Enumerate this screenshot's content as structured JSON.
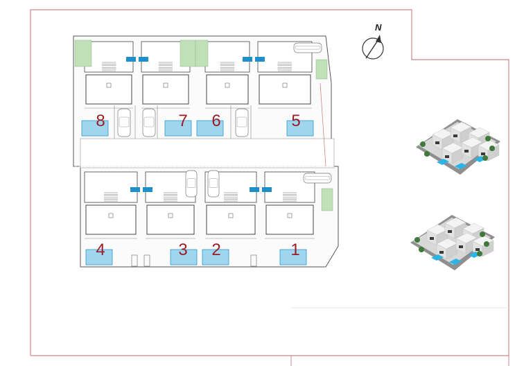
{
  "site_plan": {
    "north_label": "N",
    "units": [
      {
        "id": "unit-8",
        "label": "8"
      },
      {
        "id": "unit-7",
        "label": "7"
      },
      {
        "id": "unit-6",
        "label": "6"
      },
      {
        "id": "unit-5",
        "label": "5"
      },
      {
        "id": "unit-4",
        "label": "4"
      },
      {
        "id": "unit-3",
        "label": "3"
      },
      {
        "id": "unit-2",
        "label": "2"
      },
      {
        "id": "unit-1",
        "label": "1"
      }
    ],
    "colors": {
      "unit_label": "#9b1c24",
      "pool": "#9fd6ee",
      "pool_edge": "#2e9bd0",
      "lawn": "#bfe0b9",
      "boundary": "#c9878c",
      "wall": "#444444",
      "blue_fixture": "#1f8fc9"
    }
  },
  "renders": [
    {
      "id": "render-top"
    },
    {
      "id": "render-bottom"
    }
  ]
}
